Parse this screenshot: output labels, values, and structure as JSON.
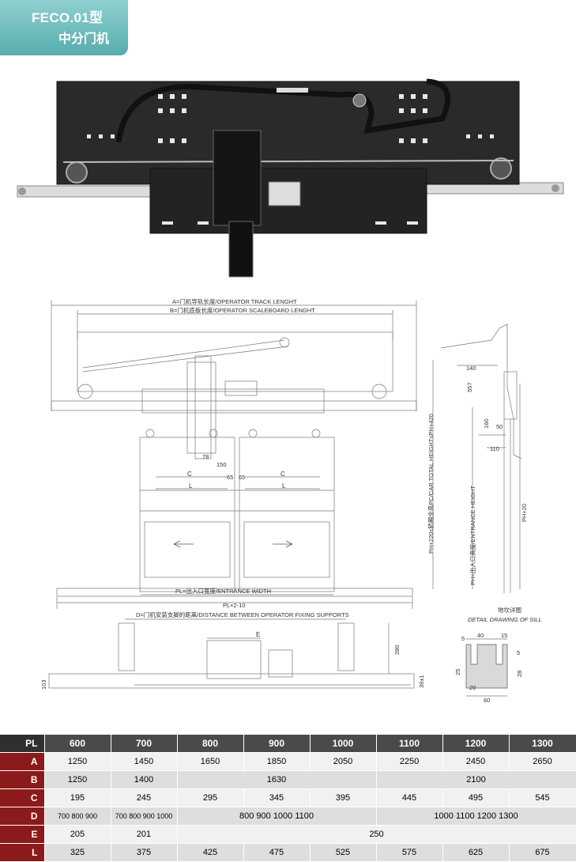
{
  "badge": {
    "model": "FECO.01型",
    "subtitle": "中分门机"
  },
  "drawing": {
    "dim_a": "A=门机导轨长度/OPERATOR TRACK LENGHT",
    "dim_b": "B=门机底板长度/OPERATOR SCALEBOARD LENGHT",
    "dim_pl": "PL=出入口宽度/ENTRANCE WIDTH",
    "dim_pl2": "PL×2-10",
    "dim_d": "D=门机安装支脚的距离/DISTANCE BETWEEN OPERATOR FIXING SUPPORTS",
    "label_c": "C",
    "label_l": "L",
    "label_e": "E",
    "n78": "78",
    "n150": "150",
    "n65": "65",
    "n140": "140",
    "n557": "557",
    "n160": "160",
    "n50": "50",
    "n110": "110",
    "n280": "280",
    "n103": "103",
    "n39": "39±1",
    "ph_total": "PH+220≤轿厢全高PC/CAR TOTAL HEIGHT≤PH+420",
    "ph_entrance": "PH=出入口高度/ENTRANCE HEIGHT",
    "ph20": "PH+20",
    "sill_cn": "地坎详图",
    "sill_en": "DETAIL DRAWING OF SILL",
    "s40": "40",
    "s15": "15",
    "s5a": "5",
    "s5b": "5",
    "s25": "25",
    "s28": "28",
    "s20": "20",
    "s60": "60"
  },
  "table": {
    "corner": "PL",
    "columns": [
      "600",
      "700",
      "800",
      "900",
      "1000",
      "1100",
      "1200",
      "1300"
    ],
    "rows": {
      "A": {
        "label": "A",
        "cells": [
          "1250",
          "1450",
          "1650",
          "1850",
          "2050",
          "2250",
          "2450",
          "2650"
        ]
      },
      "B": {
        "label": "B",
        "c1": "1250",
        "c2": "1400",
        "c3": "1630",
        "c4": "2100"
      },
      "C": {
        "label": "C",
        "cells": [
          "195",
          "245",
          "295",
          "345",
          "395",
          "445",
          "495",
          "545"
        ]
      },
      "D": {
        "label": "D",
        "c1": "700 800 900",
        "c2": "700 800 900 1000",
        "c3": "800 900 1000 1100",
        "c4": "1000 1100 1200 1300"
      },
      "E": {
        "label": "E",
        "c1": "205",
        "c2": "201",
        "c3": "250"
      },
      "L": {
        "label": "L",
        "cells": [
          "325",
          "375",
          "425",
          "475",
          "525",
          "575",
          "625",
          "675"
        ]
      }
    }
  }
}
